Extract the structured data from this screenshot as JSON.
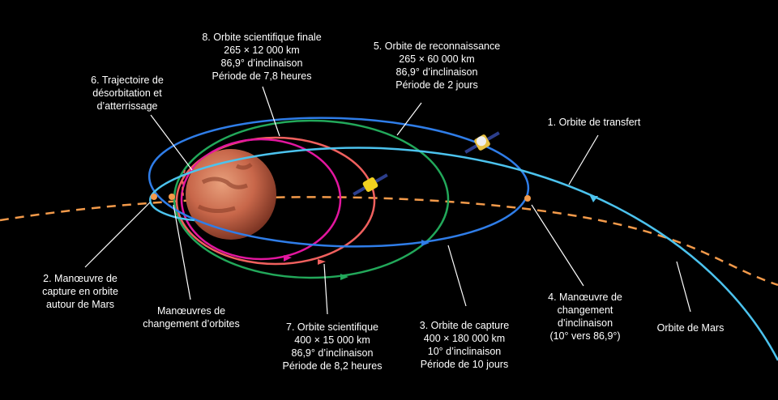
{
  "colors": {
    "background": "#000000",
    "transfer_orbit": "#4cc3ee",
    "capture_orbit": "#2f7de8",
    "reconnaissance_orbit": "#22a85a",
    "science_orbit": "#f0605e",
    "final_orbit": "#e3169f",
    "mars_orbit": "#f39a4a",
    "maneuver_point": "#f39a4a"
  },
  "labels": {
    "final_orbit": [
      "8. Orbite scientifique finale",
      "265 × 12 000 km",
      "86,9° d’inclinaison",
      "Période de 7,8 heures"
    ],
    "reconnaissance_orbit": [
      "5. Orbite de reconnaissance",
      "265 × 60 000 km",
      "86,9° d’inclinaison",
      "Période de 2 jours"
    ],
    "deorbit": [
      "6. Trajectoire de",
      "désorbitation et",
      "d’atterrissage"
    ],
    "transfer_orbit": [
      "1. Orbite de transfert"
    ],
    "capture_maneuver": [
      "2. Manœuvre de",
      "capture en orbite",
      "autour de Mars"
    ],
    "orbit_change": [
      "Manœuvres de",
      "changement d’orbites"
    ],
    "science_orbit": [
      "7. Orbite scientifique",
      "400 × 15 000 km",
      "86,9° d’inclinaison",
      "Période de 8,2 heures"
    ],
    "capture_orbit": [
      "3. Orbite de capture",
      "400 × 180 000 km",
      "10° d’inclinaison",
      "Période de 10 jours"
    ],
    "inclination_maneuver": [
      "4. Manœuvre de",
      "changement",
      "d’inclinaison",
      "(10° vers 86,9°)"
    ],
    "mars_orbit": [
      "Orbite de Mars"
    ]
  }
}
